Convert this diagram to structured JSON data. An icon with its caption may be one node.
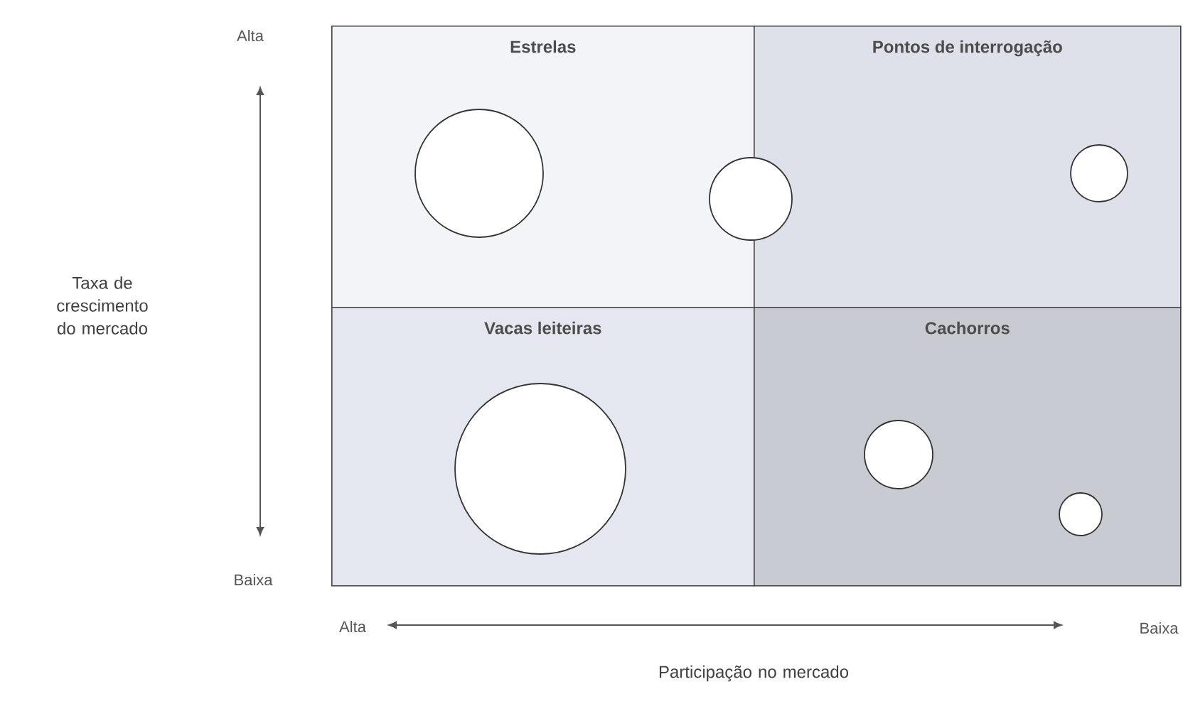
{
  "diagram": {
    "nodes": [
      {
        "text": [
          "Estrelas"
        ]
      },
      {
        "text": [
          "Pontos de interrogação"
        ]
      },
      {
        "text": [
          "Vacas leiteiras"
        ]
      },
      {
        "text": [
          "Cachorros"
        ]
      },
      {
        "text": [],
        "shape": "circle",
        "in": 0
      },
      {
        "text": [],
        "shape": "circle"
      },
      {
        "text": [],
        "shape": "circle",
        "in": 1
      },
      {
        "text": [],
        "shape": "circle",
        "in": 2
      },
      {
        "text": [],
        "shape": "circle",
        "in": 3
      },
      {
        "text": [],
        "shape": "circle",
        "in": 3
      }
    ],
    "edges": [],
    "labels": [
      "Alta",
      "Taxa de crescimento do mercado",
      "Baixa",
      "Alta",
      "Baixa",
      "Participação no mercado"
    ]
  }
}
